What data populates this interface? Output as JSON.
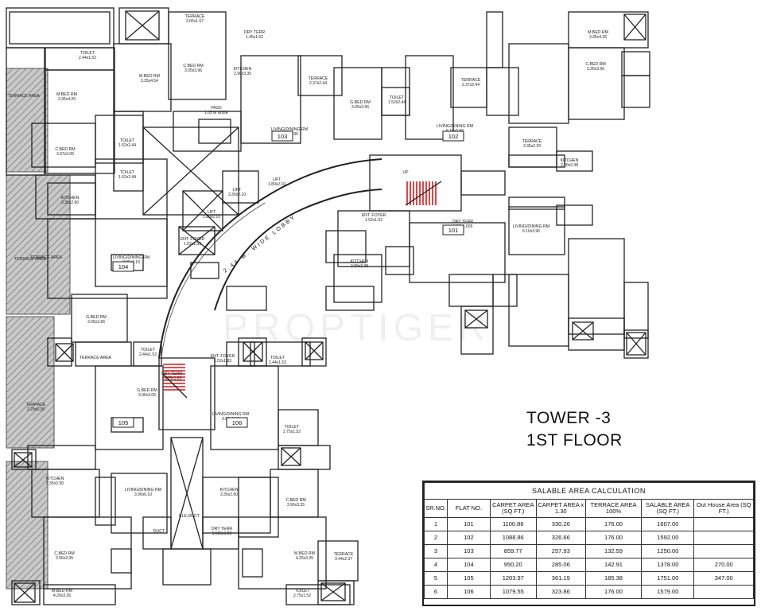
{
  "title": {
    "line1": "TOWER -3",
    "line2": "1ST FLOOR"
  },
  "watermark": "PROPTIGER",
  "lobby_label": "2.44 M. WIDE LOBBY",
  "flats": [
    {
      "no": "101"
    },
    {
      "no": "102"
    },
    {
      "no": "103"
    },
    {
      "no": "104"
    },
    {
      "no": "105"
    },
    {
      "no": "106"
    }
  ],
  "rooms": [
    {
      "name": "TERRACE",
      "size": "3.05x1.67"
    },
    {
      "name": "DRY TERR",
      "size": "1.45x1.52"
    },
    {
      "name": "TOILET",
      "size": "2.44x1.52"
    },
    {
      "name": "C.BED RM",
      "size": "3.05x3.96"
    },
    {
      "name": "KITCHEN",
      "size": "2.90x3.35"
    },
    {
      "name": "M.BED RM",
      "size": "3.35x4.54"
    },
    {
      "name": "PASS",
      "size": "1.05 M WIDE"
    },
    {
      "name": "TERRACE AREA",
      "size": ""
    },
    {
      "name": "M.BED RM",
      "size": "3.35x4.26"
    },
    {
      "name": "TOILET",
      "size": "1.52x2.44"
    },
    {
      "name": "C.BED RM",
      "size": "3.97x3.05"
    },
    {
      "name": "TOILET",
      "size": "1.52x2.44"
    },
    {
      "name": "KITCHEN",
      "size": "3.35x2.90"
    },
    {
      "name": "TERRACE AREA",
      "size": ""
    },
    {
      "name": "LIVING/DINING RM",
      "size": "3.96x6.10"
    },
    {
      "name": "LIVING/DINING RM",
      "size": "6.10x3.96"
    },
    {
      "name": "TERRACE",
      "size": "2.37x2.44"
    },
    {
      "name": "G.BED RM",
      "size": "3.05x3.96"
    },
    {
      "name": "TOILET",
      "size": "1.52x2.44"
    },
    {
      "name": "ENT. FOYER",
      "size": "1.52x1.52"
    },
    {
      "name": "LIVING/DINING RM",
      "size": "6.10x3.96"
    },
    {
      "name": "TERRACE",
      "size": "2.37x2.44"
    },
    {
      "name": "C.BED RM",
      "size": "3.35x3.96"
    },
    {
      "name": "M.BED RM",
      "size": "3.35x4.26"
    },
    {
      "name": "TERRACE",
      "size": "3.35x2.29"
    },
    {
      "name": "KITCHEN",
      "size": "2.90x3.38"
    },
    {
      "name": "DRY TERR",
      "size": "1.83x1.605"
    },
    {
      "name": "LIVING/DINING RM",
      "size": "6.10x3.96"
    },
    {
      "name": "KITCHEN",
      "size": "2.90x3.38"
    },
    {
      "name": "G.BED RM",
      "size": "3.05x3.96"
    },
    {
      "name": "G.BED RM",
      "size": "3.96x3.05"
    },
    {
      "name": "LIVING/DINING RM",
      "size": "3.96x6.10"
    },
    {
      "name": "LIVING/DINING RM",
      "size": "3.96x6.10"
    },
    {
      "name": "KITCHEN",
      "size": "3.35x2.90"
    },
    {
      "name": "KITCHEN",
      "size": "3.35x2.90"
    },
    {
      "name": "C.BED RM",
      "size": "3.96x3.35"
    },
    {
      "name": "C.BED RM",
      "size": "3.96x3.35"
    },
    {
      "name": "M.BED RM",
      "size": "4.26x3.35"
    },
    {
      "name": "M.BED RM",
      "size": "4.26x3.35"
    },
    {
      "name": "TOILET",
      "size": "2.75x1.52"
    },
    {
      "name": "TOILET",
      "size": "2.75x1.52"
    },
    {
      "name": "TERRACE",
      "size": "3.44x2.37"
    },
    {
      "name": "TERRACE",
      "size": "2.29x3.35"
    },
    {
      "name": "TERRACE AREA",
      "size": ""
    },
    {
      "name": "TERRACE AREA",
      "size": ""
    },
    {
      "name": "TOILET",
      "size": "2.44x1.52"
    },
    {
      "name": "TOILET",
      "size": "2.44x1.52"
    },
    {
      "name": "ENT. FOYER",
      "size": "1.52x1.83"
    },
    {
      "name": "ENT. FOYER",
      "size": "1.52x1.83"
    },
    {
      "name": "LIFT",
      "size": "1.80x2.10"
    },
    {
      "name": "LIFT",
      "size": "2.30x2.10"
    },
    {
      "name": "LIFT",
      "size": "1.80x2.10"
    },
    {
      "name": "ELE.DUCT",
      "size": ""
    },
    {
      "name": "DUCT",
      "size": ""
    },
    {
      "name": "DRY TERR",
      "size": "1.605x1.83"
    },
    {
      "name": "DRY TERR",
      "size": "1.605x1.83"
    },
    {
      "name": "UP",
      "size": ""
    },
    {
      "name": "UP",
      "size": ""
    }
  ],
  "table": {
    "caption": "SALABLE AREA CALCULATION",
    "headers": [
      "SR.NO.",
      "FLAT NO.",
      "CARPET AREA (SQ FT.)",
      "CARPET AREA x 1.30",
      "TERRACE AREA 100%",
      "SALABLE AREA (SQ FT.)",
      "Out House Area (SQ FT.)"
    ],
    "rows": [
      [
        "1",
        "101",
        "1100.86",
        "330.26",
        "176.00",
        "1607.00",
        ""
      ],
      [
        "2",
        "102",
        "1088.86",
        "326.66",
        "176.00",
        "1592.00",
        ""
      ],
      [
        "3",
        "103",
        "859.77",
        "257.93",
        "132.59",
        "1250.00",
        ""
      ],
      [
        "4",
        "104",
        "950.20",
        "285.06",
        "142.91",
        "1378.00",
        "270.00"
      ],
      [
        "5",
        "105",
        "1203.97",
        "361.19",
        "185.38",
        "1751.00",
        "347.00"
      ],
      [
        "6",
        "106",
        "1079.55",
        "323.86",
        "176.00",
        "1579.00",
        ""
      ]
    ]
  },
  "colors": {
    "line": "#222222",
    "hatch": "#9a9a9a",
    "stair": "#d11a1a"
  }
}
